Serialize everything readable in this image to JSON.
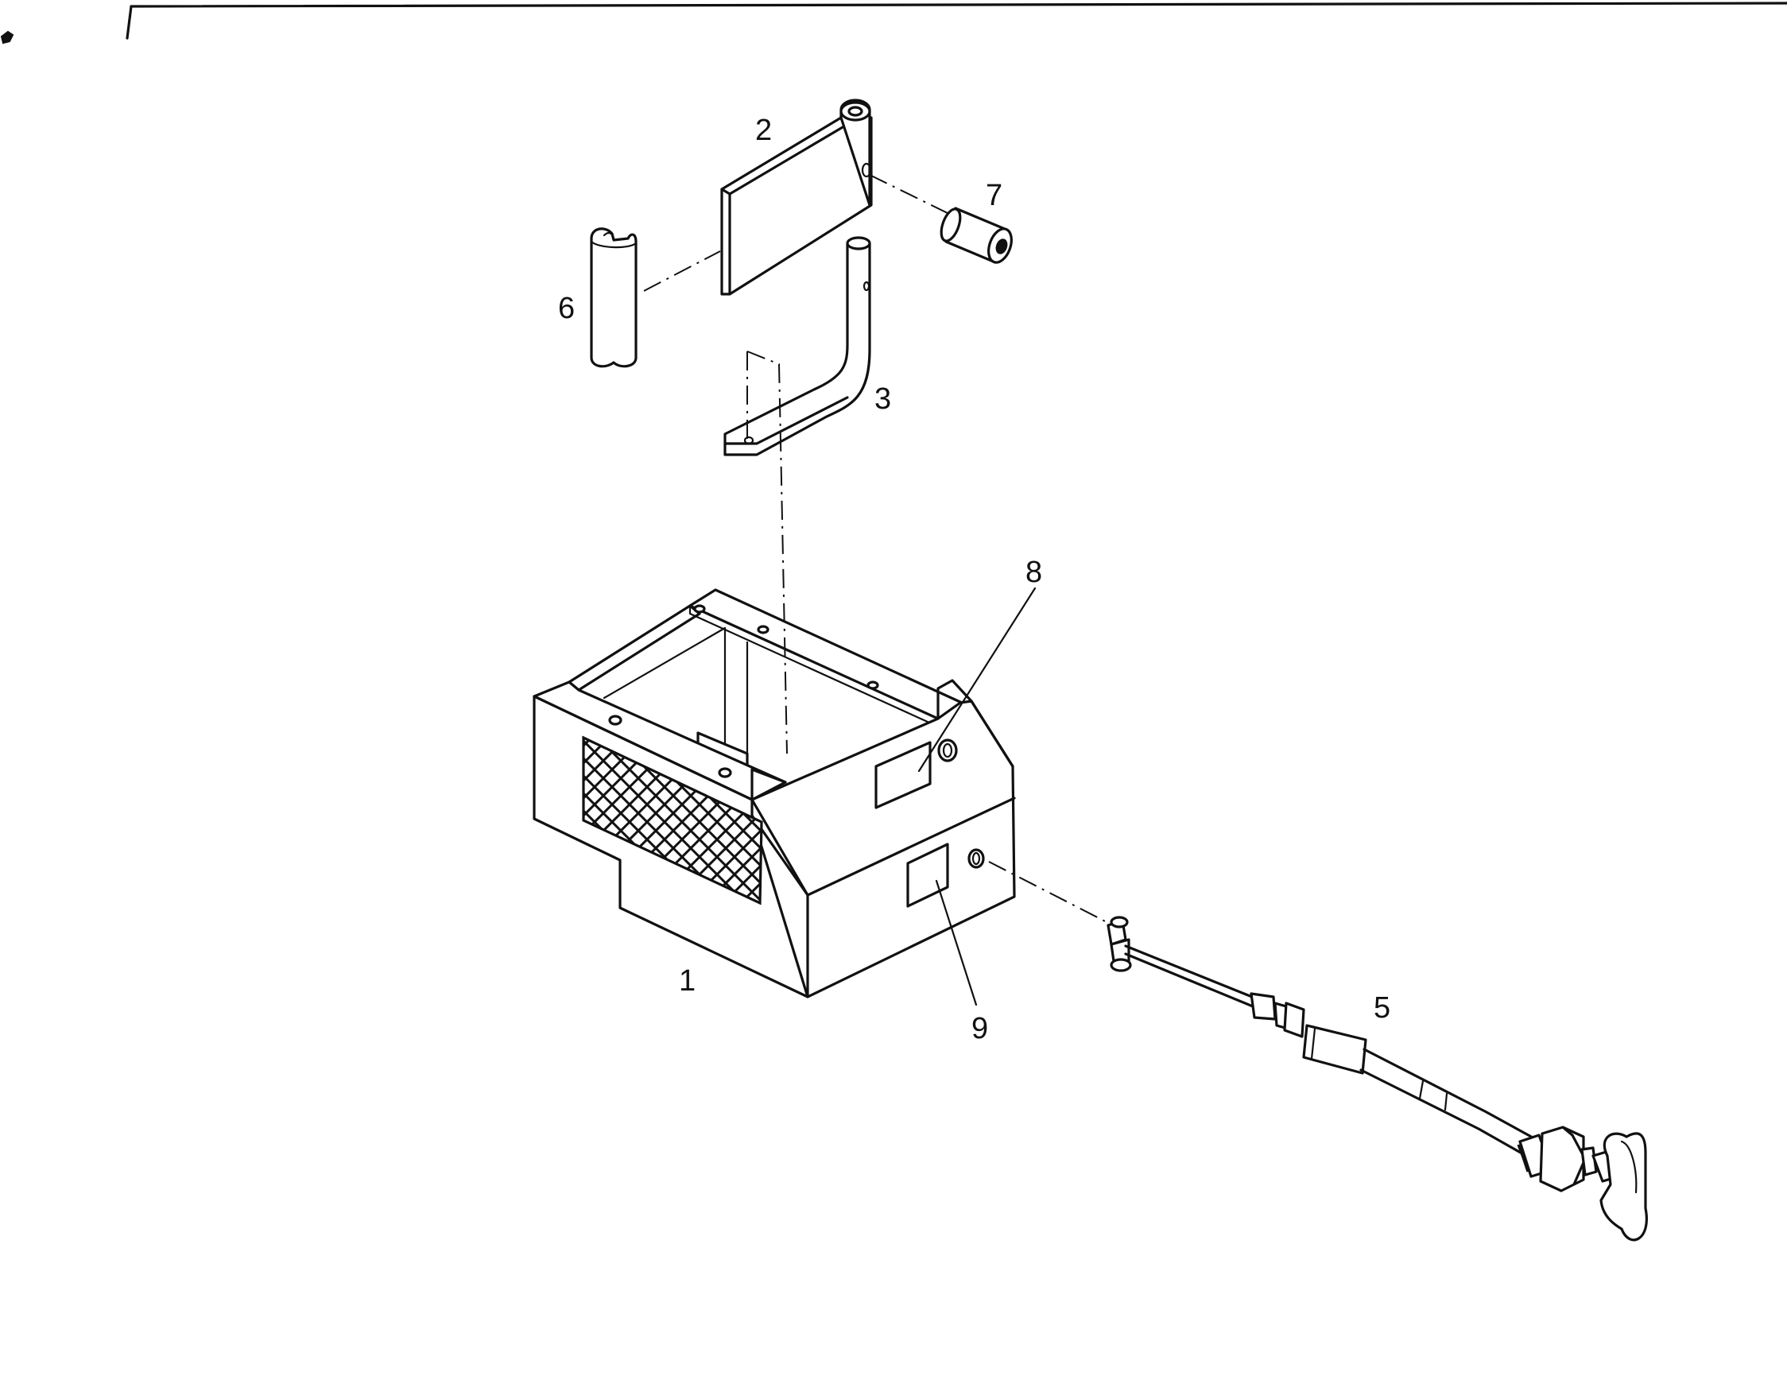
{
  "callouts": {
    "c1": "1",
    "c2": "2",
    "c3": "3",
    "c5": "5",
    "c6": "6",
    "c7": "7",
    "c8": "8",
    "c9": "9"
  },
  "colors": {
    "line": "#111111",
    "background": "#ffffff"
  }
}
